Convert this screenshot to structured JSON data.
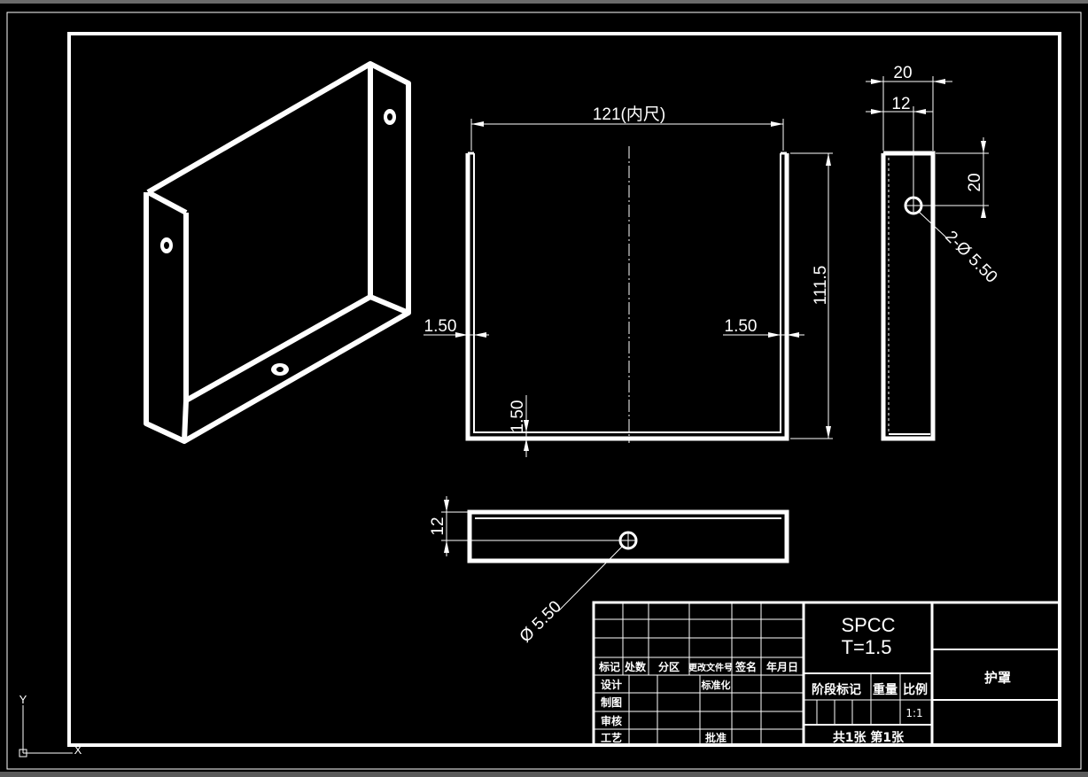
{
  "dimensions": {
    "inner_width": "121(内尺)",
    "height": "111.5",
    "left_thickness": "1.50",
    "right_thickness": "1.50",
    "bottom_thickness": "1.50",
    "side_width_total": "20",
    "side_hole_offset_x": "12",
    "side_hole_offset_y": "20",
    "side_holes": "2-Ø 5.50",
    "bottom_hole_offset": "12",
    "bottom_hole": "Ø 5.50"
  },
  "title_block": {
    "material": "SPCC",
    "thickness": "T=1.5",
    "part_name": "护罩",
    "row_headers": [
      "标记",
      "处数",
      "分区",
      "更改文件号",
      "签名",
      "年月日"
    ],
    "design": "设计",
    "standardize": "标准化",
    "drawing": "制图",
    "review": "审核",
    "process": "工艺",
    "approve": "批准",
    "stage_mark": "阶段标记",
    "weight": "重量",
    "scale_label": "比例",
    "scale_value": "1:1",
    "sheets": "共1张  第1张"
  },
  "ucs": {
    "y_label": "Y",
    "x_label": "X"
  }
}
